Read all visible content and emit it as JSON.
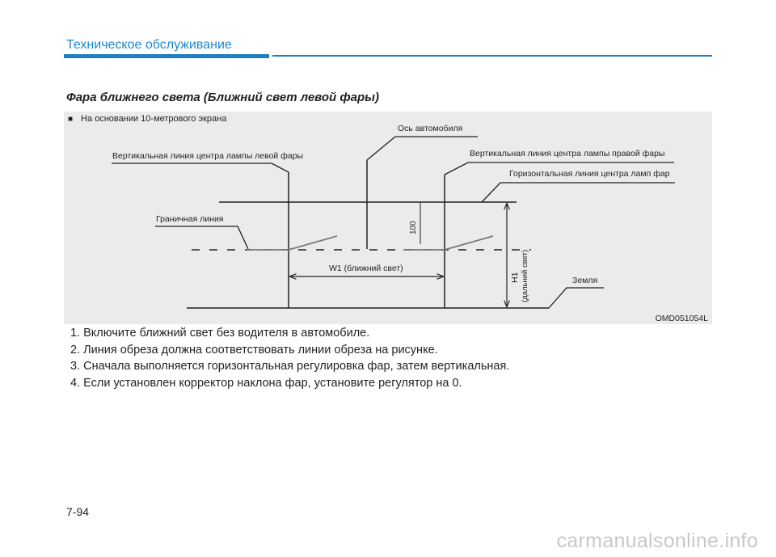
{
  "header": {
    "section_title": "Техническое обслуживание"
  },
  "subheading": "Фара ближнего света (Ближний свет левой фары)",
  "figure": {
    "caption_bullet": "■",
    "caption": "На основании 10-метрового экрана",
    "labels": {
      "car_axis": "Ось автомобиля",
      "left_vertical": "Вертикальная линия центра лампы левой фары",
      "right_vertical": "Вертикальная линия центра лампы правой фары",
      "horizontal_center": "Горизонтальная линия центра ламп фар",
      "cutoff_line": "Граничная линия",
      "value_100": "100",
      "w1": "W1 (ближний свет)",
      "h1": "H1",
      "h1_sub": "(дальний свет)",
      "ground": "Земля"
    },
    "code": "OMD051054L",
    "colors": {
      "background": "#ebebeb",
      "line": "#231f20",
      "cutoff": "#7a7a7a"
    }
  },
  "steps": [
    "1. Включите ближний свет без водителя в автомобиле.",
    "2. Линия обреза должна соответствовать линии обреза на рисунке.",
    "3. Сначала выполняется горизонтальная регулировка фар, затем вертикальная.",
    "4. Если установлен корректор наклона фар, установите регулятор на 0."
  ],
  "page_number": "7-94",
  "watermark": "carmanualsonline.info",
  "colors": {
    "accent": "#1e88c9"
  }
}
